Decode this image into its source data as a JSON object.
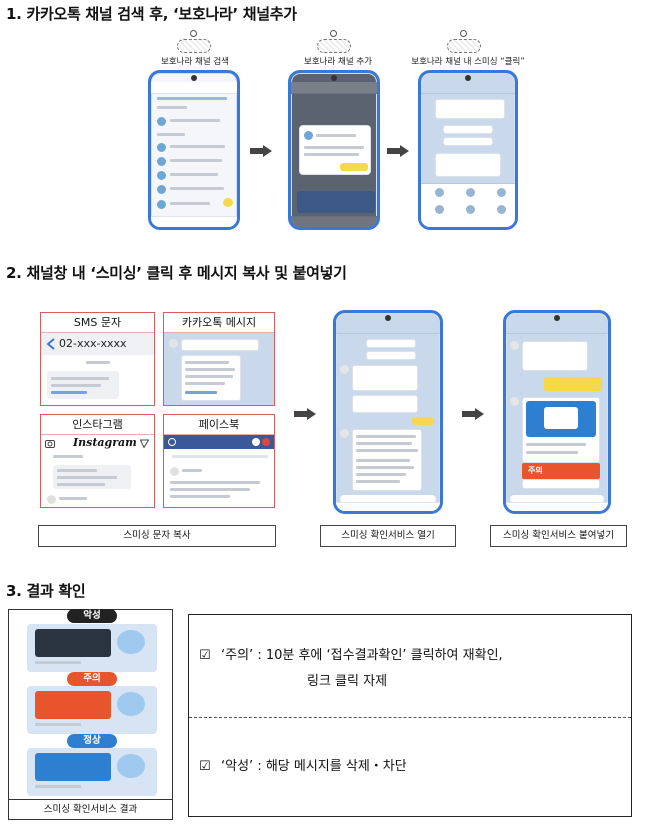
{
  "section1": {
    "heading": "1. 카카오톡 채널 검색 후, ‘보호나라’ 채널추가",
    "captions": [
      "보호나라 채널 검색",
      "보호나라 채널 추가",
      "보호나라 채널 내 스미싱 “클릭”"
    ]
  },
  "section2": {
    "heading": "2. 채널창 내 ‘스미싱’ 클릭 후 메시지 복사 및 붙여넣기",
    "sms": {
      "title": "SMS 문자",
      "number": "02-xxx-xxxx"
    },
    "kakao": {
      "title": "카카오톡 메시지"
    },
    "instagram": {
      "title": "인스타그램",
      "logo": "Instagram"
    },
    "facebook": {
      "title": "페이스북"
    },
    "captions": [
      "스미싱 문자 복사",
      "스미싱 확인서비스 열기",
      "스미싱 확인서비스 붙여넣기"
    ],
    "screen_labels": {
      "caution": "주의"
    }
  },
  "section3": {
    "heading": "3. 결과 확인",
    "labels": {
      "malicious": "악성",
      "caution": "주의",
      "normal": "정상"
    },
    "caption": "스미싱 확인서비스 결과",
    "items": [
      {
        "mark": "☑",
        "line1": "‘주의’ : 10분 후에 ‘접수결과확인’ 클릭하여 재확인,",
        "line2": "링크 클릭 자제"
      },
      {
        "mark": "☑",
        "line1": "‘악성’ : 해당 메시지를 삭제・차단"
      }
    ]
  },
  "colors": {
    "phone_border": "#3a78d6",
    "box_border": "#d75c5c",
    "malicious": "#222222",
    "caution": "#e8552c",
    "normal": "#2e7fd0"
  }
}
